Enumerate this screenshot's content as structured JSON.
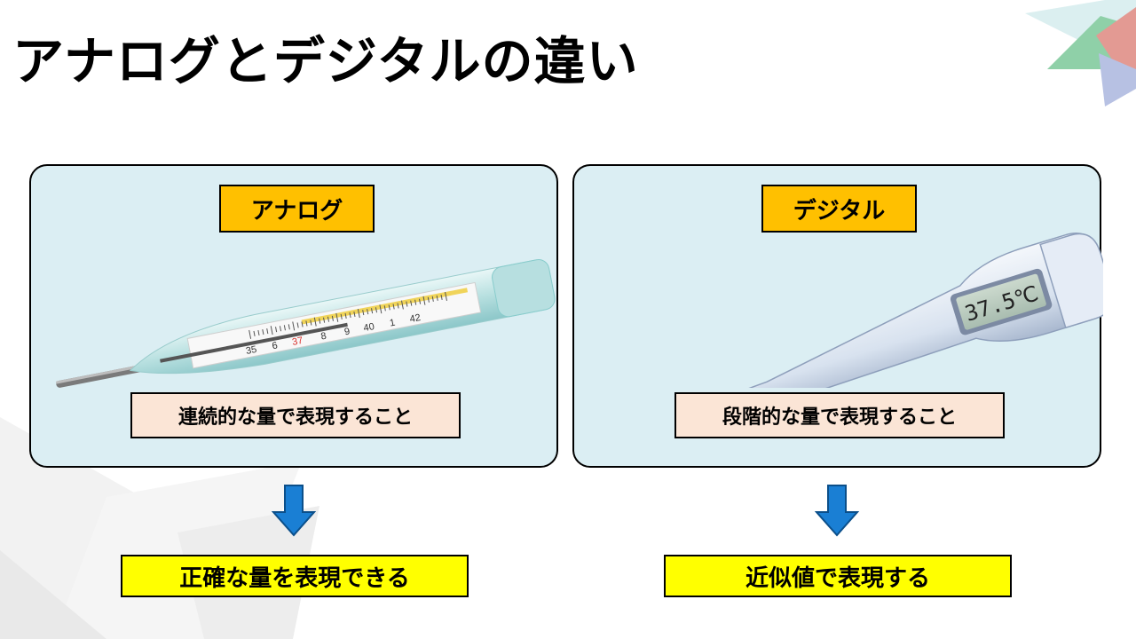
{
  "title": "アナログとデジタルの違い",
  "analog": {
    "label": "アナログ",
    "description": "連続的な量で表現すること",
    "result": "正確な量を表現できる",
    "thermometer_scale": [
      "35",
      "6",
      "37",
      "8",
      "9",
      "40",
      "1",
      "42"
    ],
    "highlight_tick": "37"
  },
  "digital": {
    "label": "デジタル",
    "description": "段階的な量で表現すること",
    "result": "近似値で表現する",
    "display_reading": "37.5℃"
  },
  "colors": {
    "panel_bg": "#dbeef3",
    "label_bg": "#ffc000",
    "desc_bg": "#fbe5d6",
    "result_bg": "#ffff00",
    "arrow": "#1a7fd4"
  }
}
